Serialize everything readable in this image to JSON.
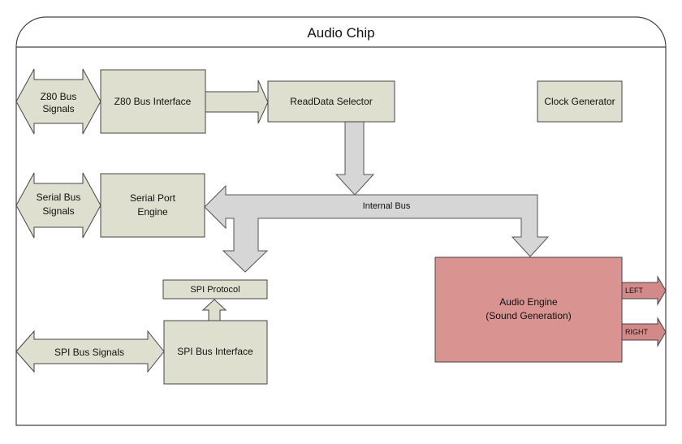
{
  "title": "Audio Chip",
  "colors": {
    "block": "#dedfcf",
    "block_stroke": "#444444",
    "bus": "#d6d6d6",
    "bus_stroke": "#555555",
    "audio_engine": "#d99391",
    "output_arrow": "#d18a88"
  },
  "signals": {
    "z80_line1": "Z80 Bus",
    "z80_line2": "Signals",
    "serial_line1": "Serial Bus",
    "serial_line2": "Signals",
    "spi": "SPI Bus Signals"
  },
  "blocks": {
    "z80_interface": "Z80 Bus Interface",
    "readdata_selector": "ReadData Selector",
    "clock_generator": "Clock Generator",
    "serial_port_line1": "Serial Port",
    "serial_port_line2": "Engine",
    "spi_protocol": "SPI Protocol",
    "spi_interface": "SPI Bus Interface",
    "audio_engine_line1": "Audio Engine",
    "audio_engine_line2": "(Sound Generation)"
  },
  "bus_label": "Internal Bus",
  "outputs": {
    "left": "LEFT",
    "right": "RIGHT"
  }
}
